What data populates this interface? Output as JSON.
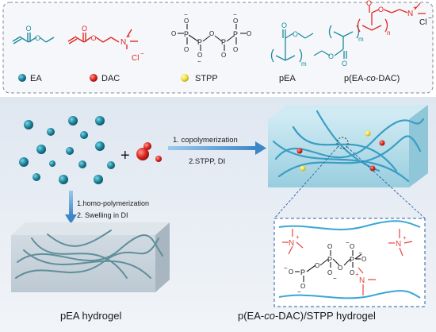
{
  "legend": {
    "items": [
      {
        "label": "EA",
        "color": "#1d7f95"
      },
      {
        "label": "DAC",
        "color": "#e02a22"
      },
      {
        "label": "STPP",
        "color": "#f3e23a"
      },
      {
        "label": "pEA"
      },
      {
        "label_pre": "p(EA-",
        "label_em": "co",
        "label_post": "-DAC)"
      }
    ]
  },
  "structures": {
    "counterion": "Cl",
    "counterion_charge": "−",
    "nitrogen": "N",
    "nitrogen_charge": "+",
    "oxygen": "O",
    "phosphorus": "P",
    "oxide": "O",
    "oxide_charge": "−",
    "subscript_m": "m",
    "subscript_n": "n"
  },
  "reaction": {
    "plus": "+",
    "step_top_1": "1. copolymerization",
    "step_top_2": "2.STPP, DI",
    "step_down_1": "1.homo-polymerization",
    "step_down_2": "2. Swelling in DI"
  },
  "products": {
    "left_label": "pEA hydrogel",
    "right_label_pre": "p(EA-",
    "right_label_em": "co",
    "right_label_post": "-DAC)/STPP hydrogel"
  },
  "colors": {
    "ea": "#1d7f95",
    "dac": "#e02a22",
    "stpp": "#f3e23a",
    "polymer_blue": "#3aa6d6",
    "dac_red": "#e8423c",
    "panel_bg": "#f4f6fa",
    "bottom_bg": "#e6edf5"
  }
}
